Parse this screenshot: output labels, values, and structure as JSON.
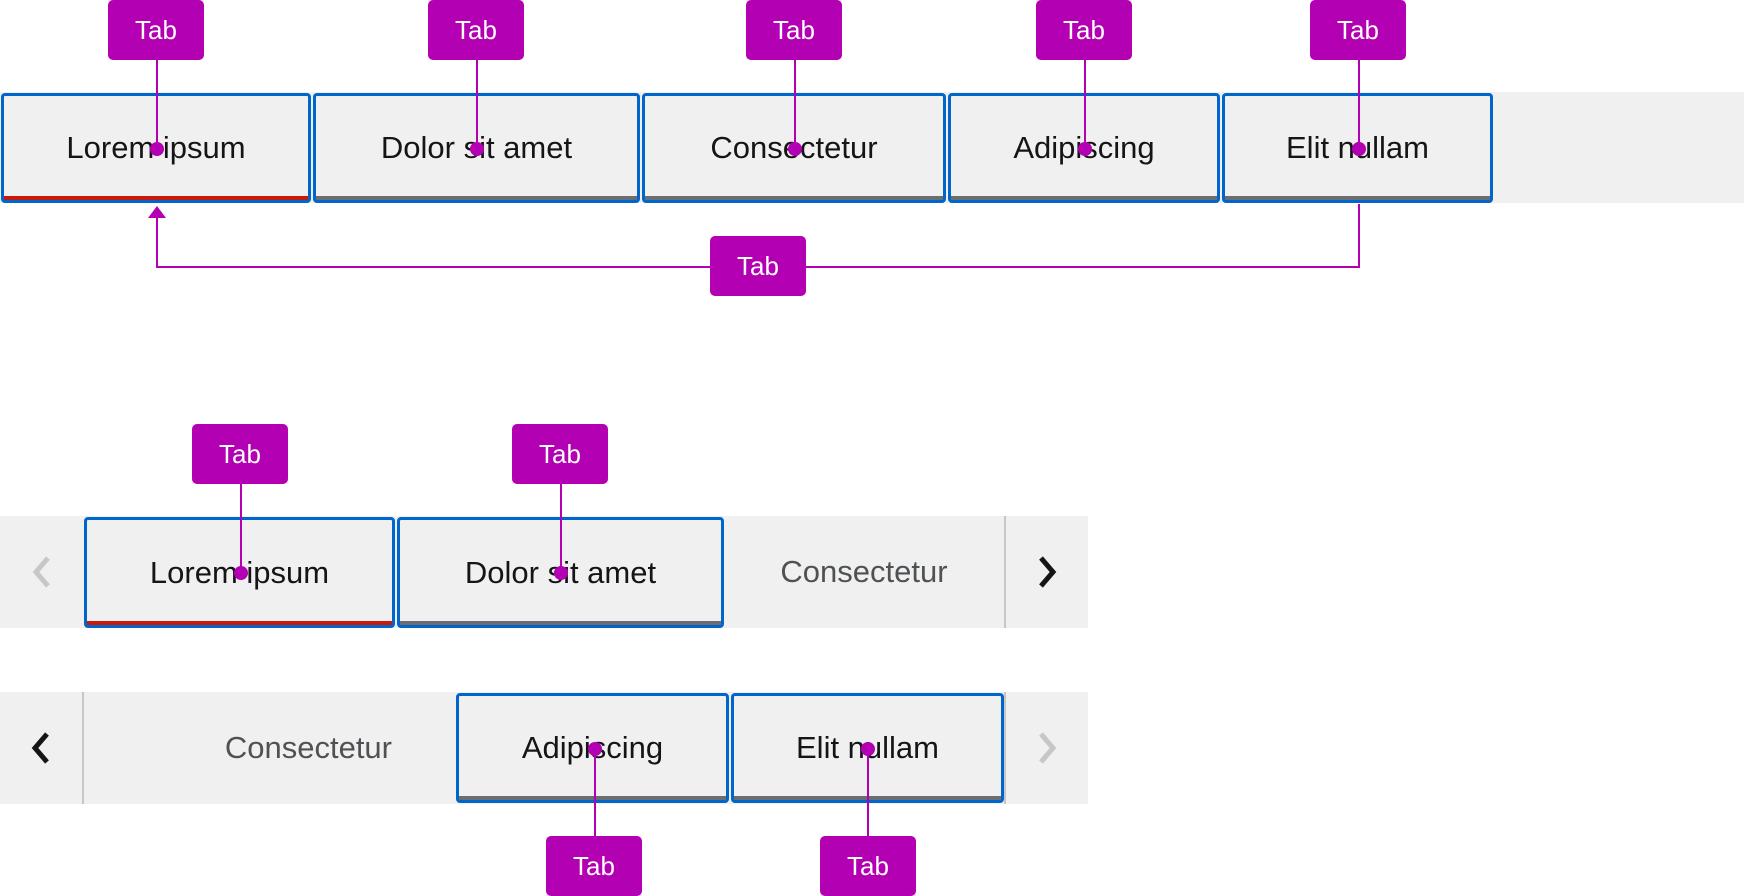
{
  "annotation_label": "Tab",
  "example_1": {
    "tabs": [
      {
        "label": "Lorem ipsum",
        "current": true
      },
      {
        "label": "Dolor sit amet"
      },
      {
        "label": "Consectetur"
      },
      {
        "label": "Adipiscing"
      },
      {
        "label": "Elit nullam"
      }
    ]
  },
  "example_2": {
    "tabs": [
      {
        "label": "Lorem ipsum",
        "current": true
      },
      {
        "label": "Dolor sit amet"
      },
      {
        "label": "Consectetur"
      }
    ],
    "scroll_left": "disabled",
    "scroll_right": "enabled"
  },
  "example_3": {
    "tabs": [
      {
        "label": "Consectetur"
      },
      {
        "label": "Adipiscing"
      },
      {
        "label": "Elit nullam"
      }
    ],
    "scroll_left": "enabled",
    "scroll_right": "disabled"
  },
  "colors": {
    "focus": "#0066cc",
    "annotation": "#b300b3",
    "current_indicator": "#c9190b",
    "indicator": "#6a6e73",
    "strip": "#f0f0f0"
  }
}
